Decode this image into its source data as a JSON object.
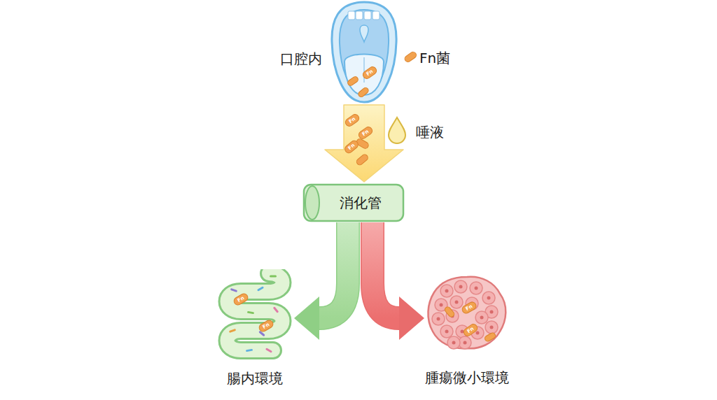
{
  "diagram": {
    "nodes": [
      {
        "text": [
          "口腔内"
        ]
      },
      {
        "text": [
          "消化管"
        ]
      },
      {
        "text": [
          "腸内環境"
        ]
      },
      {
        "text": [
          "腫瘍微小環境"
        ]
      }
    ],
    "edges": [
      {
        "from": 0,
        "to": 1,
        "label": "唾液",
        "arrow": "to"
      },
      {
        "from": 1,
        "to": 2,
        "arrow": "to"
      },
      {
        "from": 1,
        "to": 3,
        "arrow": "to"
      }
    ],
    "labels": [
      "Fn",
      "Fn",
      "Fn",
      "Fn",
      "Fn",
      "Fn",
      "Fn",
      "Fn"
    ],
    "legend": [
      {
        "text": "Fn菌"
      }
    ]
  }
}
